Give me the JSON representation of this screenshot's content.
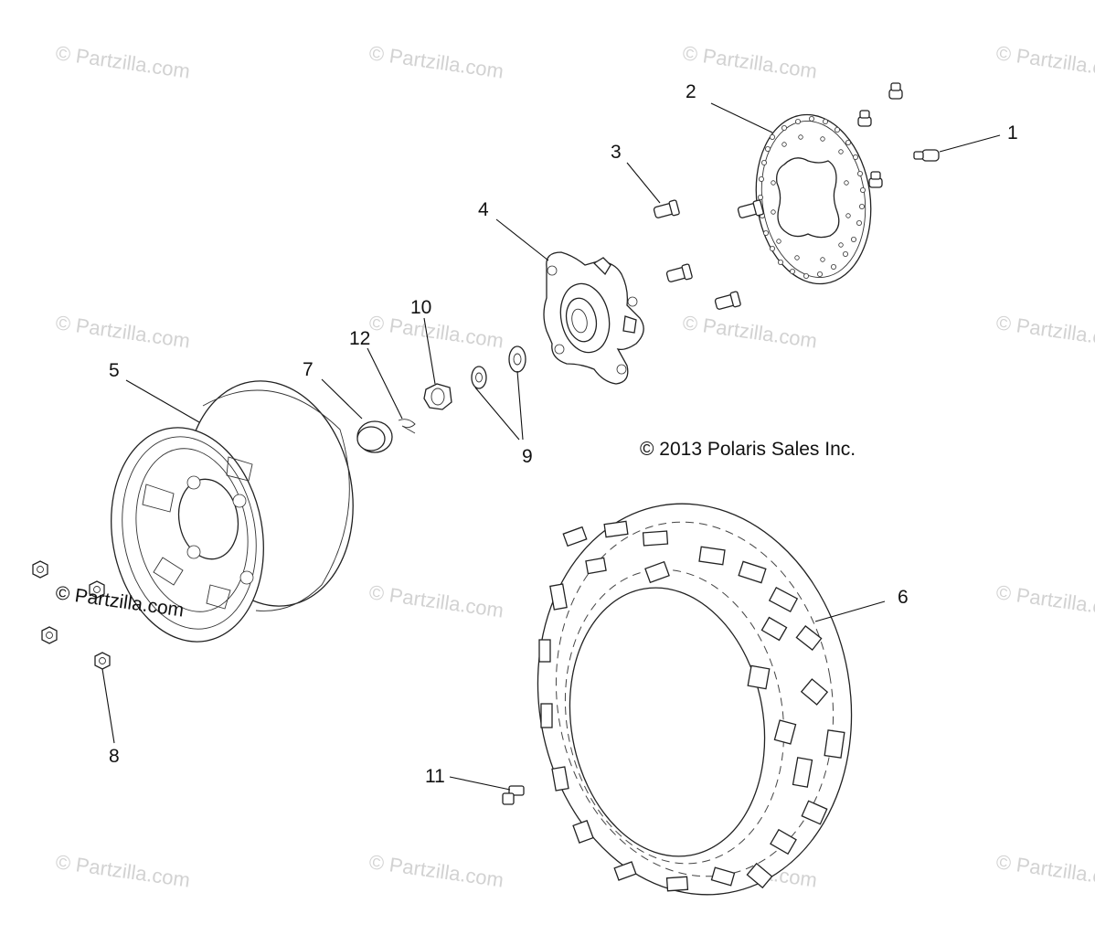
{
  "watermark_text": "© Partzilla.com",
  "copyright_text": "© 2013 Polaris Sales Inc.",
  "callouts": [
    "1",
    "2",
    "3",
    "4",
    "5",
    "6",
    "7",
    "8",
    "9",
    "10",
    "11",
    "12"
  ]
}
